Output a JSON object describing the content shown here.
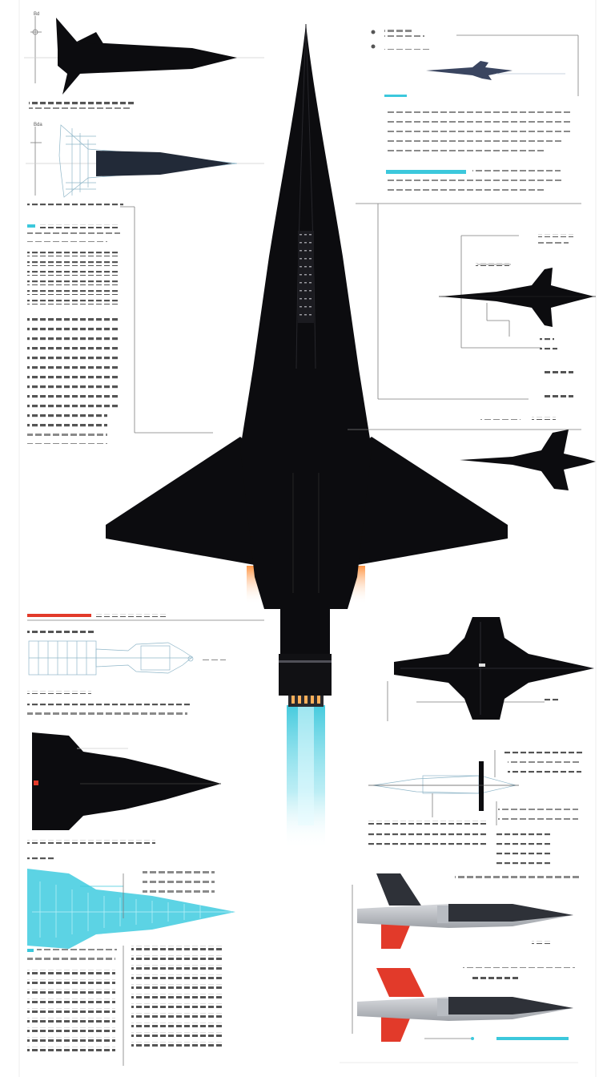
{
  "labels": {
    "top_left_mark_a": "Bd",
    "top_left_mark_b": "Bda"
  },
  "colors": {
    "background": "#ffffff",
    "aircraft_black": "#0c0c0f",
    "aircraft_grey": "#3a3d44",
    "accent_cyan": "#3cc8dc",
    "accent_red": "#e23a2a",
    "panel_grey": "#c9ccd1",
    "leader_lines": "#7d7d7d"
  },
  "icons": {
    "main": "hypersonic-aircraft-top-view",
    "side_views": [
      "aircraft-side-silhouette",
      "aircraft-side-blueprint"
    ],
    "small_planforms": [
      "aircraft-planform-small",
      "aircraft-planform-small-2"
    ],
    "engine": "engine-cross-section-blueprint",
    "details": [
      "aircraft-top-detail-black",
      "aircraft-top-detail-right",
      "aircraft-side-wireframe",
      "cyan-planform-blueprint",
      "jet-grey-red-tail-1",
      "jet-grey-red-tail-2"
    ]
  }
}
